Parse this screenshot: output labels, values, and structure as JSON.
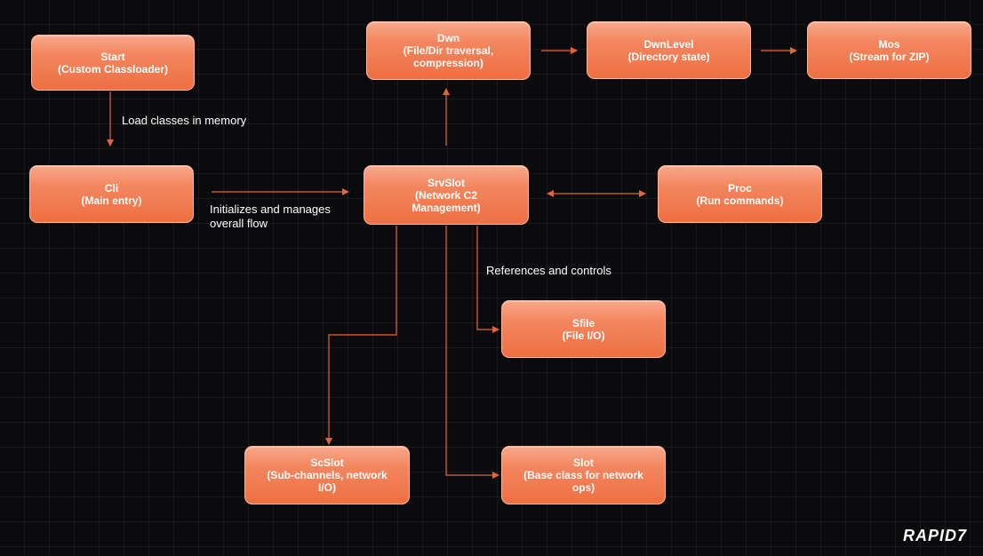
{
  "nodes": {
    "start": {
      "title": "Start",
      "subtitle": "(Custom Classloader)"
    },
    "cli": {
      "title": "Cli",
      "subtitle": "(Main entry)"
    },
    "srvslot": {
      "title": "SrvSlot",
      "subtitle_line1": "(Network C2",
      "subtitle_line2": "Management)"
    },
    "dwn": {
      "title": "Dwn",
      "subtitle_line1": "(File/Dir traversal,",
      "subtitle_line2": "compression)"
    },
    "dwnlevel": {
      "title": "DwnLevel",
      "subtitle": "(Directory state)"
    },
    "mos": {
      "title": "Mos",
      "subtitle": "(Stream for ZIP)"
    },
    "proc": {
      "title": "Proc",
      "subtitle": "(Run commands)"
    },
    "sfile": {
      "title": "Sfile",
      "subtitle": "(File I/O)"
    },
    "scslot": {
      "title": "ScSlot",
      "subtitle_line1": "(Sub-channels, network",
      "subtitle_line2": "I/O)"
    },
    "slot": {
      "title": "Slot",
      "subtitle_line1": "(Base class for network",
      "subtitle_line2": "ops)"
    }
  },
  "edge_labels": {
    "load_classes": "Load classes in memory",
    "initializes_line1": "Initializes and manages",
    "initializes_line2": "overall flow",
    "references": "References and controls"
  },
  "logo": "RAPID7",
  "colors": {
    "node_fill": "#ee6f42",
    "edge": "#e0673d",
    "background": "#0b0a0d"
  }
}
